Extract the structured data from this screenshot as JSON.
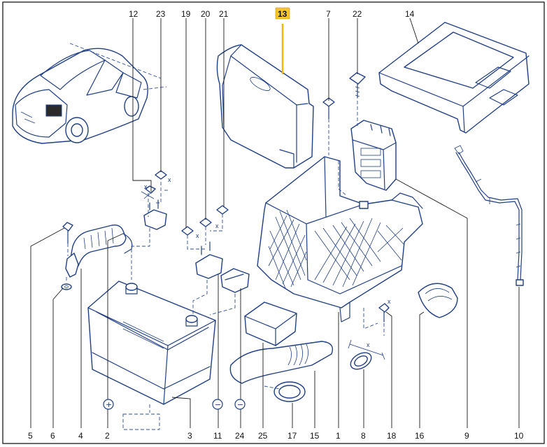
{
  "diagram": {
    "frame_color": "#1a1a1a",
    "line_color": "#1f3f86",
    "highlight_color": "#f7c431",
    "highlighted_part": "13",
    "top_labels": [
      "12",
      "23",
      "19",
      "20",
      "21",
      "13",
      "7",
      "22",
      "14"
    ],
    "bottom_labels": [
      "5",
      "6",
      "4",
      "2",
      "3",
      "11",
      "24",
      "25",
      "17",
      "15",
      "1",
      "8",
      "18",
      "16",
      "9",
      "10"
    ],
    "symbols": {
      "plus": "+",
      "minus_11": "−",
      "minus_24": "−",
      "x_mark": "x"
    }
  }
}
